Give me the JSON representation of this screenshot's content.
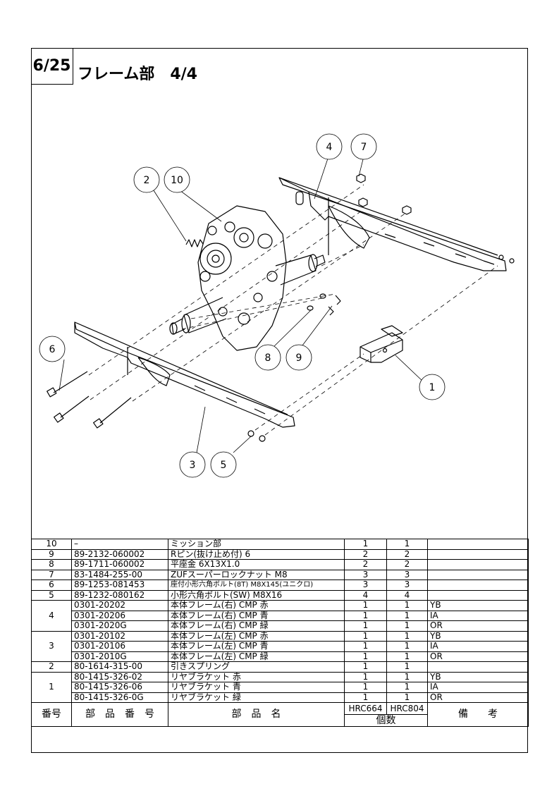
{
  "header": {
    "page": "6/25",
    "title": "フレーム部　4/4"
  },
  "callouts": [
    "2",
    "10",
    "4",
    "7",
    "6",
    "8",
    "9",
    "1",
    "3",
    "5"
  ],
  "table": {
    "headers": {
      "no": "番号",
      "part_no": "部　品　番　号",
      "part_name": "部　品　名",
      "qty1": "HRC664",
      "qty2": "HRC804",
      "qty_label": "個数",
      "remarks": "備　　考"
    },
    "rows": [
      {
        "no": "10",
        "part_no": "–",
        "name": "ミッション部",
        "q1": "1",
        "q2": "1",
        "rem": ""
      },
      {
        "no": "9",
        "part_no": "89-2132-060002",
        "name": "Rピン(抜け止め付) 6",
        "q1": "2",
        "q2": "2",
        "rem": ""
      },
      {
        "no": "8",
        "part_no": "89-1711-060002",
        "name": "平座金 6X13X1.0",
        "q1": "2",
        "q2": "2",
        "rem": ""
      },
      {
        "no": "7",
        "part_no": "83-1484-255-00",
        "name": "ZUFスーパーロックナット M8",
        "q1": "3",
        "q2": "3",
        "rem": ""
      },
      {
        "no": "6",
        "part_no": "89-1253-081453",
        "name": "座付小形六角ボルト(8T) M8X145(ユニクロ)",
        "q1": "3",
        "q2": "3",
        "rem": ""
      },
      {
        "no": "5",
        "part_no": "89-1232-080162",
        "name": "小形六角ボルト(SW) M8X16",
        "q1": "4",
        "q2": "4",
        "rem": ""
      },
      {
        "no": "4",
        "part_no": "0301-20202",
        "name": "本体フレーム(右) CMP 赤",
        "q1": "1",
        "q2": "1",
        "rem": "YB"
      },
      {
        "no": "",
        "part_no": "0301-20206",
        "name": "本体フレーム(右) CMP 青",
        "q1": "1",
        "q2": "1",
        "rem": "IA"
      },
      {
        "no": "",
        "part_no": "0301-2020G",
        "name": "本体フレーム(右) CMP 緑",
        "q1": "1",
        "q2": "1",
        "rem": "OR"
      },
      {
        "no": "3",
        "part_no": "0301-20102",
        "name": "本体フレーム(左) CMP 赤",
        "q1": "1",
        "q2": "1",
        "rem": "YB"
      },
      {
        "no": "",
        "part_no": "0301-20106",
        "name": "本体フレーム(左) CMP 青",
        "q1": "1",
        "q2": "1",
        "rem": "IA"
      },
      {
        "no": "",
        "part_no": "0301-2010G",
        "name": "本体フレーム(左) CMP 緑",
        "q1": "1",
        "q2": "1",
        "rem": "OR"
      },
      {
        "no": "2",
        "part_no": "80-1614-315-00",
        "name": "引きスプリング",
        "q1": "1",
        "q2": "1",
        "rem": ""
      },
      {
        "no": "1",
        "part_no": "80-1415-326-02",
        "name": "リヤブラケット 赤",
        "q1": "1",
        "q2": "1",
        "rem": "YB"
      },
      {
        "no": "",
        "part_no": "80-1415-326-06",
        "name": "リヤブラケット 青",
        "q1": "1",
        "q2": "1",
        "rem": "IA"
      },
      {
        "no": "",
        "part_no": "80-1415-326-0G",
        "name": "リヤブラケット 緑",
        "q1": "1",
        "q2": "1",
        "rem": "OR"
      }
    ]
  }
}
